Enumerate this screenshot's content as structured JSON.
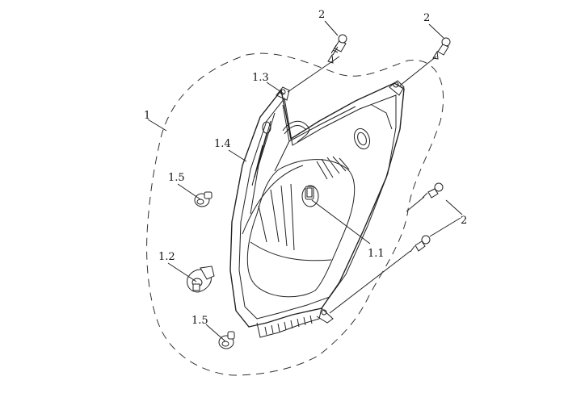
{
  "callouts": {
    "assembly": "1",
    "bulb": "1.1",
    "socket": "1.2",
    "bracket": "1.3",
    "housing": "1.4",
    "clip_upper": "1.5",
    "clip_lower": "1.5",
    "screw_top_left": "2",
    "screw_top_right": "2",
    "screw_right": "2"
  }
}
